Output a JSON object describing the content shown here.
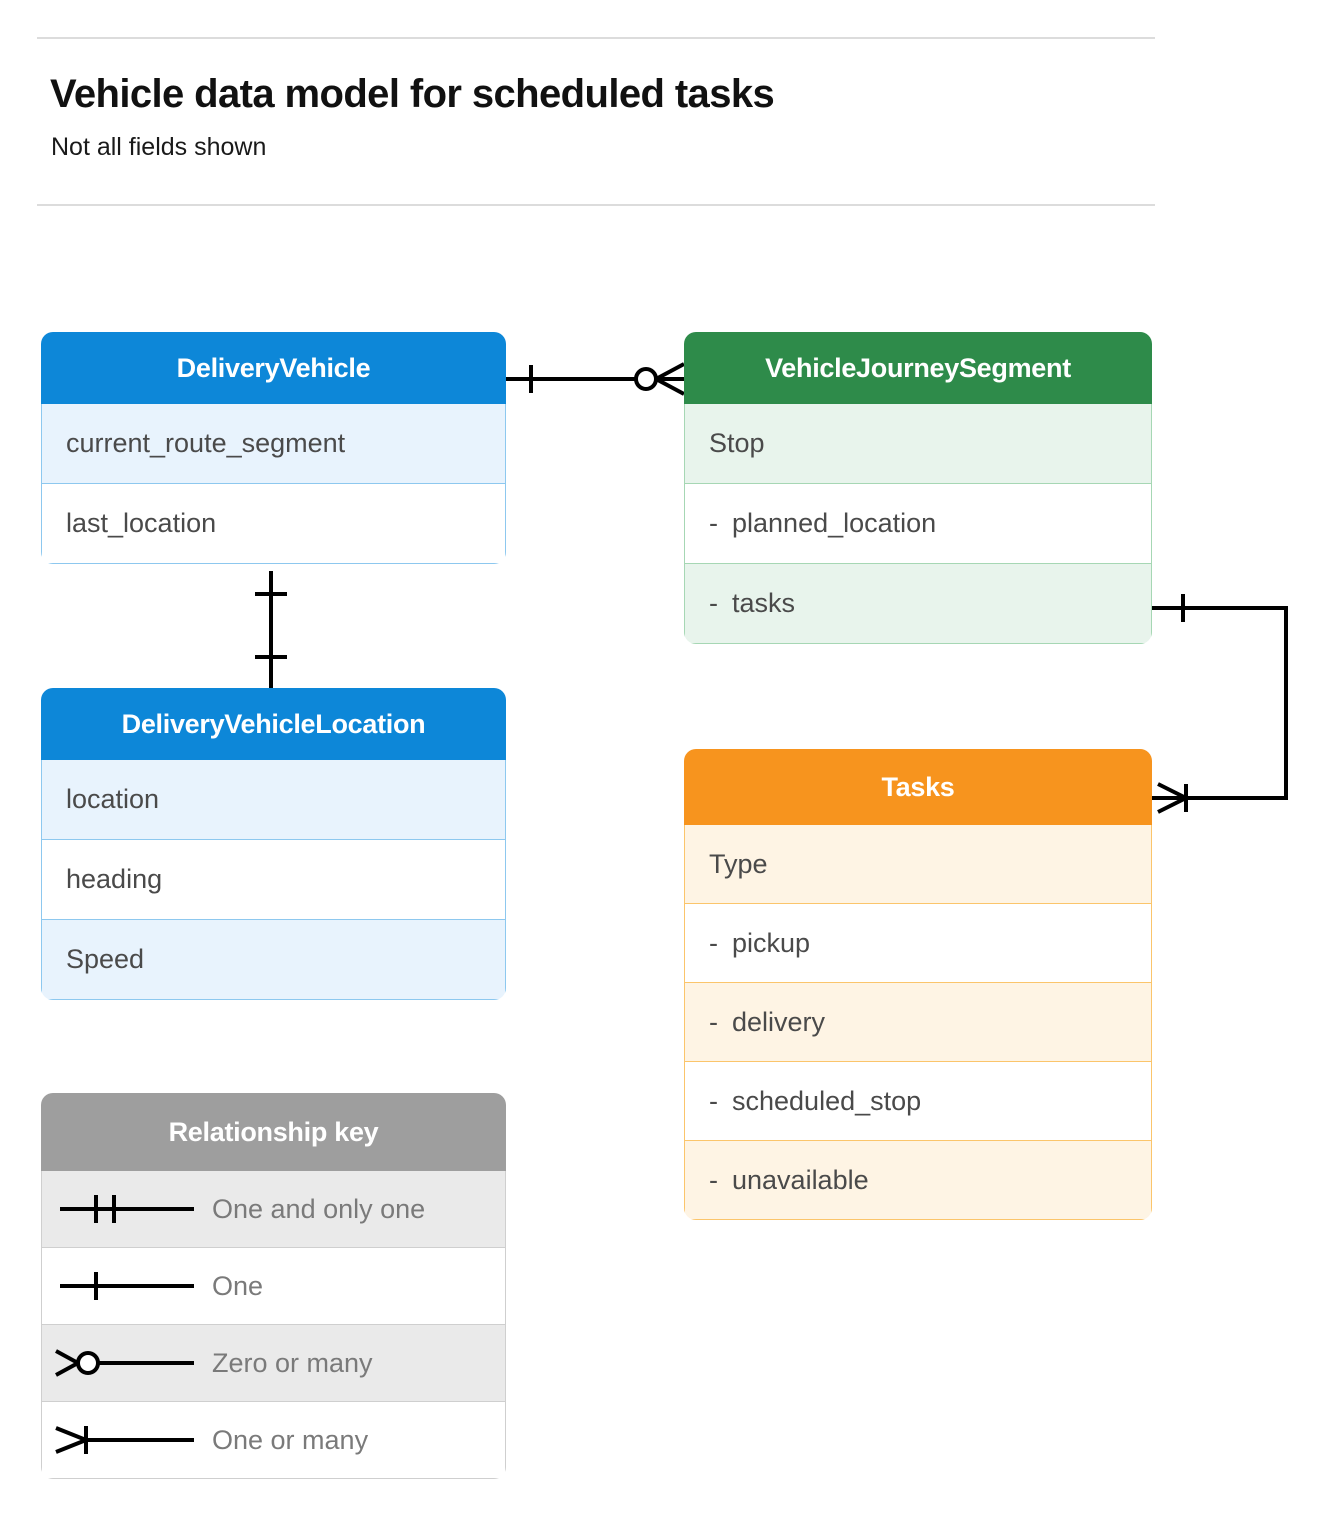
{
  "header": {
    "title": "Vehicle data model for scheduled tasks",
    "subtitle": "Not all fields shown"
  },
  "colors": {
    "blue_header": "#0d87d8",
    "blue_tint": "#e8f3fd",
    "blue_border": "#8dc8ef",
    "green_header": "#2e8b4a",
    "green_tint": "#e8f4ec",
    "green_border": "#a6d7b4",
    "orange_header": "#f7941e",
    "orange_tint": "#fef4e4",
    "orange_border": "#fbc56b",
    "gray_header": "#9e9e9e",
    "gray_tint": "#eaeaea",
    "gray_border": "#cfcfcf",
    "connector_line": "#000000",
    "rule": "#dcdcdc"
  },
  "entities": {
    "delivery_vehicle": {
      "name": "DeliveryVehicle",
      "rows": [
        {
          "label": "current_route_segment"
        },
        {
          "label": "last_location"
        }
      ]
    },
    "vehicle_journey_segment": {
      "name": "VehicleJourneySegment",
      "rows": [
        {
          "label": "Stop"
        },
        {
          "label": "planned_location",
          "dash": "-"
        },
        {
          "label": "tasks",
          "dash": "-"
        }
      ]
    },
    "delivery_vehicle_location": {
      "name": "DeliveryVehicleLocation",
      "rows": [
        {
          "label": "location"
        },
        {
          "label": "heading"
        },
        {
          "label": "Speed"
        }
      ]
    },
    "tasks": {
      "name": "Tasks",
      "rows": [
        {
          "label": "Type"
        },
        {
          "label": "pickup",
          "dash": "-"
        },
        {
          "label": "delivery",
          "dash": "-"
        },
        {
          "label": "scheduled_stop",
          "dash": "-"
        },
        {
          "label": "unavailable",
          "dash": "-"
        }
      ]
    }
  },
  "legend": {
    "title": "Relationship key",
    "items": [
      {
        "symbol": "one-and-only-one",
        "label": "One and only one"
      },
      {
        "symbol": "one",
        "label": "One"
      },
      {
        "symbol": "zero-or-many",
        "label": "Zero or many"
      },
      {
        "symbol": "one-or-many",
        "label": "One or many"
      }
    ]
  },
  "relationships": [
    {
      "name": "delivery-vehicle-to-journey-segment",
      "from": "DeliveryVehicle",
      "to": "VehicleJourneySegment",
      "from_cardinality": "one",
      "to_cardinality": "zero-or-many"
    },
    {
      "name": "delivery-vehicle-to-vehicle-location",
      "from": "DeliveryVehicle",
      "to": "DeliveryVehicleLocation",
      "from_cardinality": "one",
      "to_cardinality": "one"
    },
    {
      "name": "journey-segment-tasks-to-tasks",
      "from": "VehicleJourneySegment.tasks",
      "to": "Tasks",
      "from_cardinality": "one",
      "to_cardinality": "one-or-many"
    }
  ]
}
